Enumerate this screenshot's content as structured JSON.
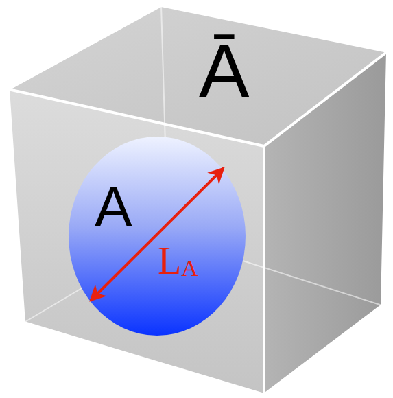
{
  "diagram": {
    "nodes": [
      {
        "text": [
          "Ā"
        ]
      },
      {
        "text": [
          "A"
        ],
        "in": 0
      }
    ],
    "labels": [
      "LA"
    ]
  }
}
